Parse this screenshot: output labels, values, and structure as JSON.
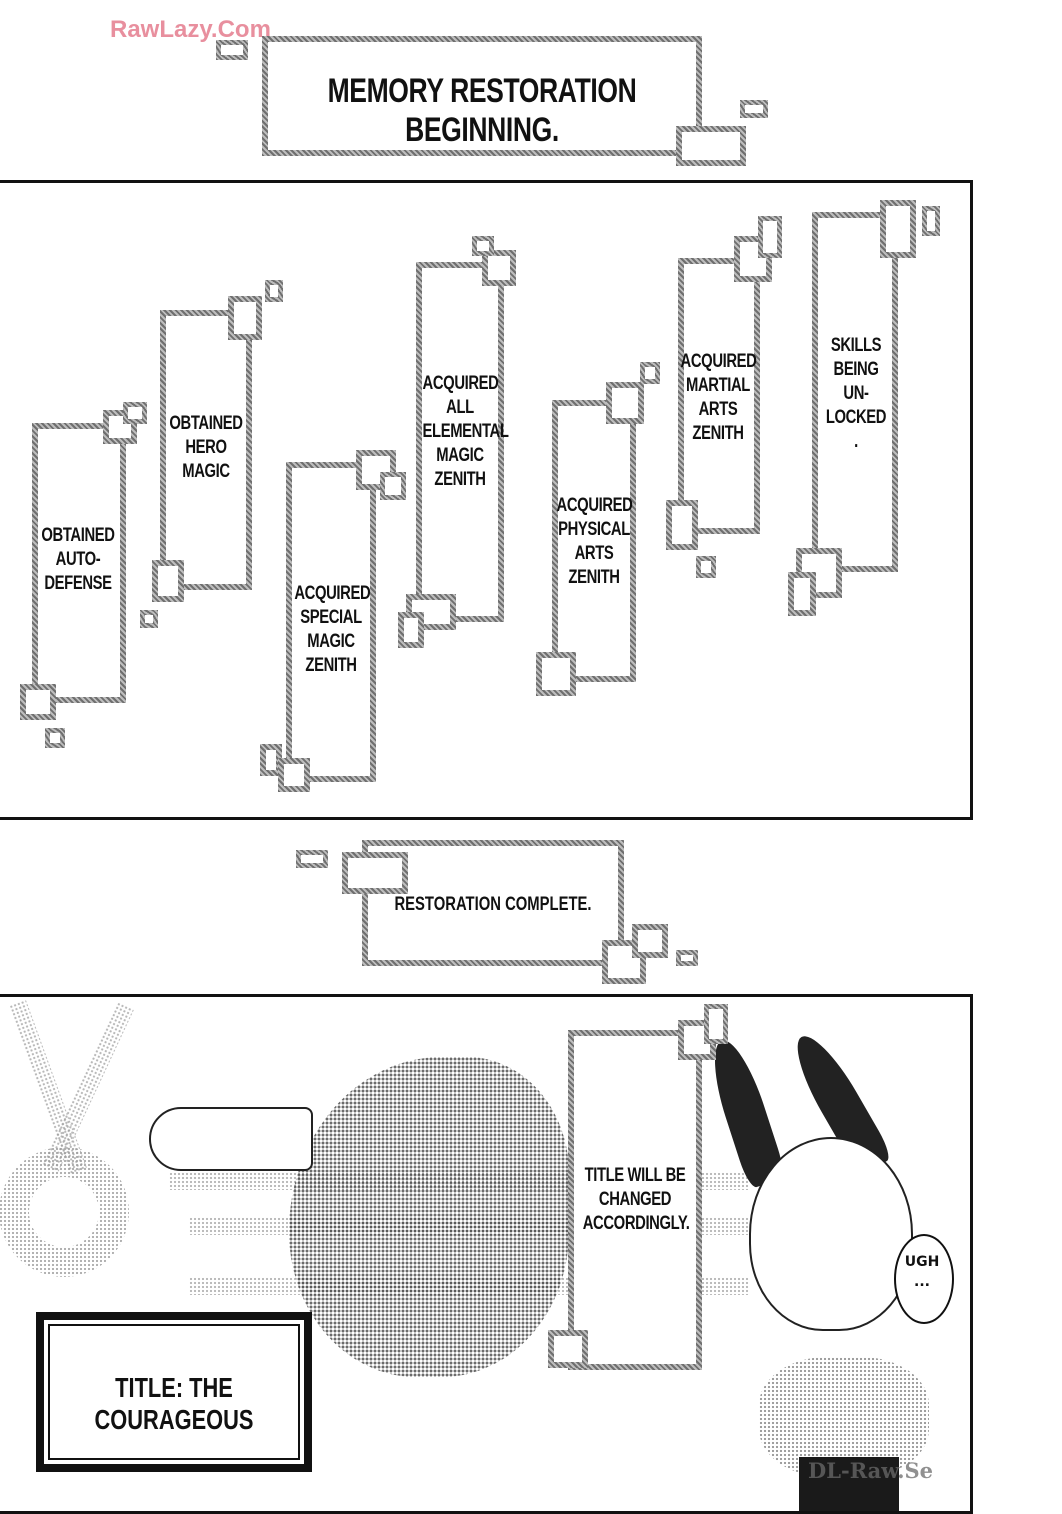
{
  "watermarks": {
    "top": "RawLazy.Com",
    "bottom": "DL-Raw.Se"
  },
  "header_box": {
    "text": "MEMORY RESTORATION BEGINNING."
  },
  "skill_panels": [
    {
      "text": "OBTAINED\nAUTO-\nDEFENSE"
    },
    {
      "text": "OBTAINED\nHERO\nMAGIC"
    },
    {
      "text": "ACQUIRED\nSPECIAL\nMAGIC\nZENITH"
    },
    {
      "text": "ACQUIRED\nALL\nELEMENTAL\nMAGIC\nZENITH"
    },
    {
      "text": "ACQUIRED\nPHYSICAL\nARTS\nZENITH"
    },
    {
      "text": "ACQUIRED\nMARTIAL\nARTS\nZENITH"
    },
    {
      "text": "SKILLS\nBEING\nUN-\nLOCKED\n."
    }
  ],
  "complete_box": {
    "text": "RESTORATION COMPLETE."
  },
  "bottom_panel": {
    "system_message": "TITLE WILL BE\nCHANGED\nACCORDINGLY.",
    "title_plate": "TITLE: THE COURAGEOUS",
    "speech_bubble": "UGH\n..."
  }
}
